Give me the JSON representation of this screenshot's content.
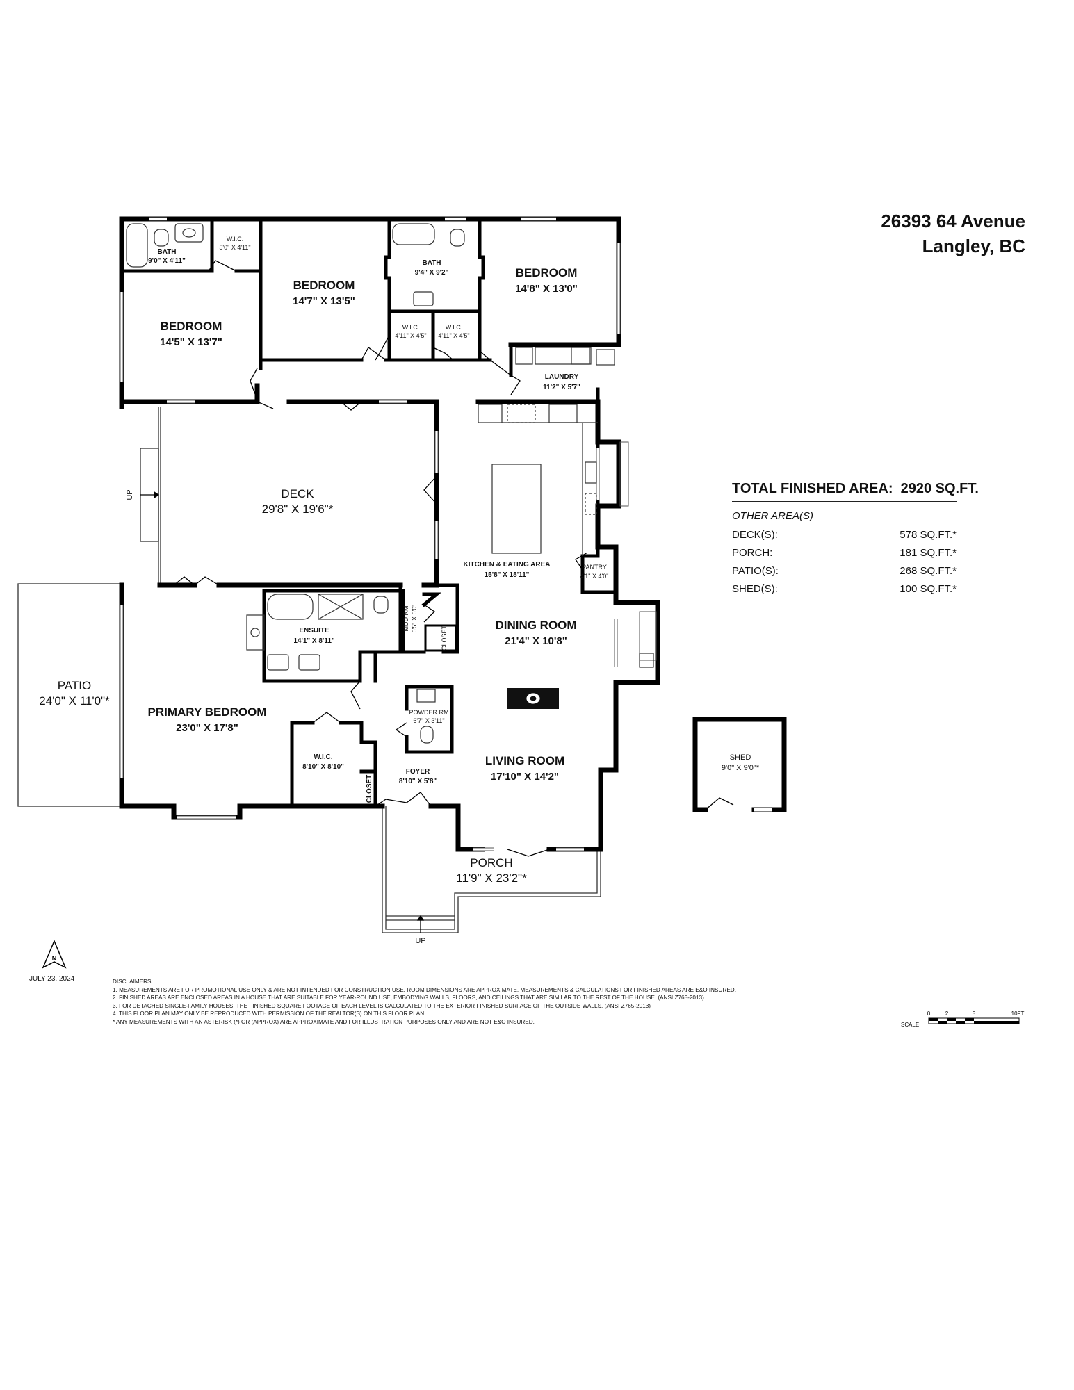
{
  "address": {
    "line1": "26393 64 Avenue",
    "line2": "Langley, BC"
  },
  "summary": {
    "total_label": "TOTAL FINISHED AREA:",
    "total_value": "2920 SQ.FT.",
    "other_heading": "OTHER AREA(S)",
    "rows": [
      {
        "label": "DECK(S):",
        "value": "578 SQ.FT.*"
      },
      {
        "label": "PORCH:",
        "value": "181 SQ.FT.*"
      },
      {
        "label": "PATIO(S):",
        "value": "268 SQ.FT.*"
      },
      {
        "label": "SHED(S):",
        "value": "100 SQ.FT.*"
      }
    ]
  },
  "rooms": {
    "bath_1": {
      "name": "BATH",
      "dims": "9'0\" X 4'11\""
    },
    "wic_1": {
      "name": "W.I.C.",
      "dims": "5'0\" X 4'11\""
    },
    "bedroom_1": {
      "name": "BEDROOM",
      "dims": "14'5\" X 13'7\""
    },
    "bedroom_2": {
      "name": "BEDROOM",
      "dims": "14'7\" X 13'5\""
    },
    "bath_2": {
      "name": "BATH",
      "dims": "9'4\" X 9'2\""
    },
    "wic_2": {
      "name": "W.I.C.",
      "dims": "4'11\" X 4'5\""
    },
    "wic_3": {
      "name": "W.I.C.",
      "dims": "4'11\" X 4'5\""
    },
    "bedroom_3": {
      "name": "BEDROOM",
      "dims": "14'8\" X 13'0\""
    },
    "laundry": {
      "name": "LAUNDRY",
      "dims": "11'2\" X 5'7\""
    },
    "deck": {
      "name": "DECK",
      "dims": "29'8\" X 19'6\"*"
    },
    "kitchen": {
      "name": "KITCHEN & EATING AREA",
      "dims": "15'8\" X 18'11\""
    },
    "pantry": {
      "name": "PANTRY",
      "dims": "4'1\" X 4'0\""
    },
    "ensuite": {
      "name": "ENSUITE",
      "dims": "14'1\" X 8'11\""
    },
    "mud_rm": {
      "name": "MUD RM",
      "dims": "6'5\" X 6'0\""
    },
    "closet_1": {
      "name": "CLOSET"
    },
    "dining": {
      "name": "DINING ROOM",
      "dims": "21'4\" X 10'8\""
    },
    "patio": {
      "name": "PATIO",
      "dims": "24'0\" X 11'0\"*"
    },
    "primary": {
      "name": "PRIMARY BEDROOM",
      "dims": "23'0\" X 17'8\""
    },
    "powder": {
      "name": "POWDER RM",
      "dims": "6'7\" X 3'11\""
    },
    "wic_4": {
      "name": "W.I.C.",
      "dims": "8'10\" X 8'10\""
    },
    "closet_2": {
      "name": "CLOSET"
    },
    "foyer": {
      "name": "FOYER",
      "dims": "8'10\" X 5'8\""
    },
    "living": {
      "name": "LIVING ROOM",
      "dims": "17'10\" X 14'2\""
    },
    "porch": {
      "name": "PORCH",
      "dims": "11'9\" X 23'2\"*"
    },
    "shed": {
      "name": "SHED",
      "dims": "9'0\" X 9'0\"*"
    }
  },
  "labels": {
    "up": "UP",
    "compass_n": "N"
  },
  "date": "JULY 23, 2024",
  "disclaimers": {
    "heading": "DISCLAIMERS:",
    "lines": [
      "1. MEASUREMENTS ARE FOR PROMOTIONAL USE ONLY & ARE NOT INTENDED FOR CONSTRUCTION USE. ROOM DIMENSIONS ARE APPROXIMATE. MEASUREMENTS & CALCULATIONS FOR FINISHED AREAS ARE E&O INSURED.",
      "2. FINISHED AREAS ARE ENCLOSED AREAS IN A HOUSE THAT ARE SUITABLE FOR YEAR-ROUND USE, EMBODYING WALLS, FLOORS, AND CEILINGS THAT ARE SIMILAR TO THE REST OF THE HOUSE. (ANSI Z765-2013)",
      "3. FOR DETACHED SINGLE-FAMILY HOUSES, THE FINISHED SQUARE FOOTAGE OF EACH LEVEL IS CALCULATED TO THE EXTERIOR FINISHED SURFACE OF THE OUTSIDE WALLS. (ANSI Z765-2013)",
      "4. THIS FLOOR PLAN MAY ONLY BE REPRODUCED WITH PERMISSION OF THE REALTOR(S) ON THIS FLOOR PLAN.",
      "* ANY MEASUREMENTS WITH AN ASTERISK (*) OR (APPROX) ARE APPROXIMATE AND FOR ILLUSTRATION PURPOSES ONLY AND ARE NOT E&O INSURED."
    ]
  },
  "scale": {
    "label": "SCALE",
    "ticks": [
      "0",
      "2",
      "5",
      "10FT"
    ]
  }
}
